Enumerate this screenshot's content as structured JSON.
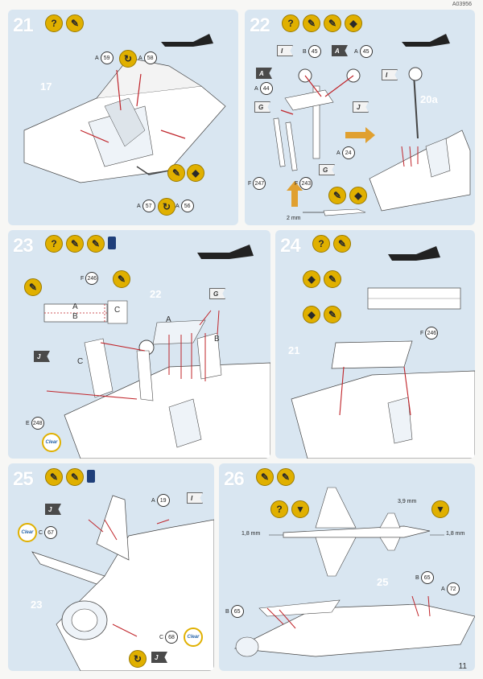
{
  "doc_code": "A03956",
  "page_number": "11",
  "step21": {
    "num": "21",
    "label_17": "17",
    "parts": [
      {
        "pre": "A",
        "num": "59"
      },
      {
        "pre": "A",
        "num": "58"
      },
      {
        "pre": "A",
        "num": "57"
      },
      {
        "pre": "A",
        "num": "56"
      }
    ]
  },
  "step22": {
    "num": "22",
    "label_20a": "20a",
    "dim": "2 mm",
    "parts": [
      {
        "pre": "B",
        "num": "45"
      },
      {
        "pre": "A",
        "num": "45"
      },
      {
        "pre": "A",
        "num": "44"
      },
      {
        "pre": "A",
        "num": "24"
      },
      {
        "pre": "F",
        "num": "247"
      },
      {
        "pre": "F",
        "num": "243"
      }
    ],
    "flags": [
      "I",
      "A",
      "A",
      "I",
      "G",
      "J",
      "G"
    ]
  },
  "step23": {
    "num": "23",
    "label_22": "22",
    "label_a": "A",
    "label_b": "B",
    "label_c": "C",
    "label_a2": "A",
    "label_b2": "B",
    "label_c2": "C",
    "parts": [
      {
        "pre": "F",
        "num": "246"
      },
      {
        "pre": "E",
        "num": "248"
      }
    ],
    "flags": [
      "G",
      "J"
    ],
    "clear": "Clear"
  },
  "step24": {
    "num": "24",
    "label_21": "21",
    "parts": [
      {
        "pre": "F",
        "num": "246"
      }
    ]
  },
  "step25": {
    "num": "25",
    "label_23": "23",
    "clear": "Clear",
    "parts": [
      {
        "pre": "A",
        "num": "19"
      },
      {
        "pre": "C",
        "num": "67"
      },
      {
        "pre": "C",
        "num": "68"
      }
    ],
    "flags": [
      "J",
      "I",
      "J"
    ]
  },
  "step26": {
    "num": "26",
    "label_25": "25",
    "dim_left": "1,8 mm",
    "dim_right": "1,8 mm",
    "dim_top": "3,9 mm",
    "parts": [
      {
        "pre": "B",
        "num": "65"
      },
      {
        "pre": "A",
        "num": "72"
      },
      {
        "pre": "B",
        "num": "65"
      }
    ]
  },
  "colors": {
    "panel": "#d9e6f1",
    "badge": "#e0b000",
    "flag": "#4a4a4a",
    "arrow": "#c0242a",
    "orange_arrow": "#e0a030"
  },
  "icons": [
    "question-icon",
    "glue-icon",
    "paint-brush-icon",
    "paint-jar-icon",
    "decal-icon",
    "rotate-icon",
    "clear-icon"
  ]
}
